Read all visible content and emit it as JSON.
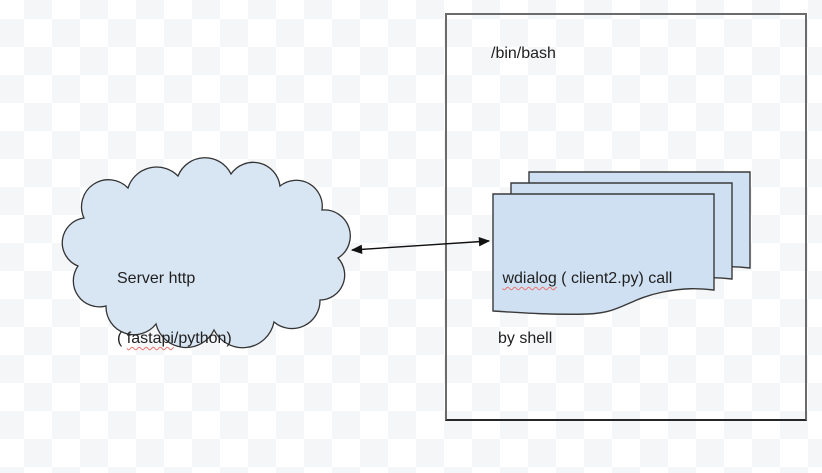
{
  "diagram": {
    "background": {
      "checker_white": "#ffffff",
      "checker_gray": "#f5f6f7"
    },
    "bash_box": {
      "label": "/bin/bash",
      "border_color": "#6b6b6b"
    },
    "cloud": {
      "text_line1": "Server http",
      "text_line2_open": "( ",
      "text_line2_misspelled": "fastapi",
      "text_line2_rest": "/python)",
      "fill": "#d8e5f3",
      "stroke": "#333333"
    },
    "document_stack": {
      "count": 3,
      "text_line1_lead": " ",
      "text_line1_misspelled": "wdialog",
      "text_line1_rest": " ( client2.py) call",
      "text_line2": "by shell",
      "fill": "#cfe0f2",
      "stroke": "#3a3a3a"
    },
    "connector": {
      "style": "double-headed-arrow",
      "color": "#111111"
    },
    "spellcheck_underline_color": "#e8736f"
  }
}
